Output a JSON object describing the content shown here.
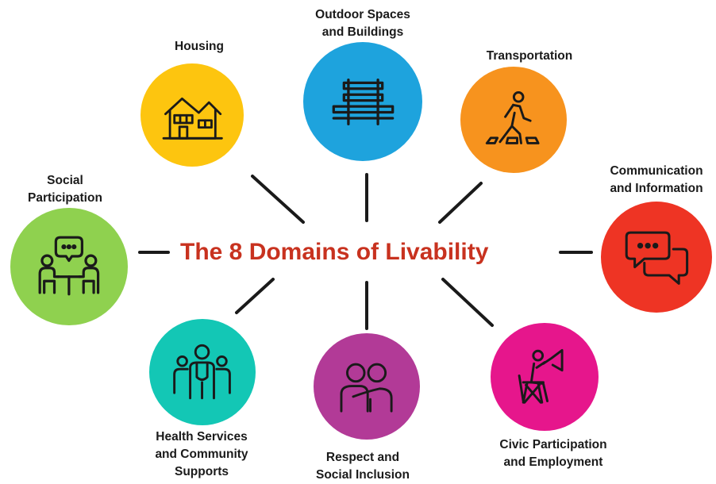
{
  "diagram": {
    "title": "The 8 Domains of Livability",
    "title_color": "#c8321f",
    "line_color": "#1a1a1a",
    "domains": [
      {
        "label": "Housing",
        "icon": "house-icon",
        "color": "#fdc50f"
      },
      {
        "label": "Outdoor Spaces\nand Buildings",
        "icon": "bench-icon",
        "color": "#1ea3dd"
      },
      {
        "label": "Transportation",
        "icon": "pedestrian-crossing-icon",
        "color": "#f7931e"
      },
      {
        "label": "Communication\nand Information",
        "icon": "chat-bubbles-icon",
        "color": "#ee3424"
      },
      {
        "label": "Civic Participation\nand Employment",
        "icon": "megaphone-speaker-icon",
        "color": "#e6168c"
      },
      {
        "label": "Respect and\nSocial Inclusion",
        "icon": "embracing-people-icon",
        "color": "#b23a97"
      },
      {
        "label": "Health Services\nand Community\nSupports",
        "icon": "medical-team-icon",
        "color": "#13c7b5"
      },
      {
        "label": "Social\nParticipation",
        "icon": "conversation-table-icon",
        "color": "#8fd14f"
      }
    ]
  }
}
